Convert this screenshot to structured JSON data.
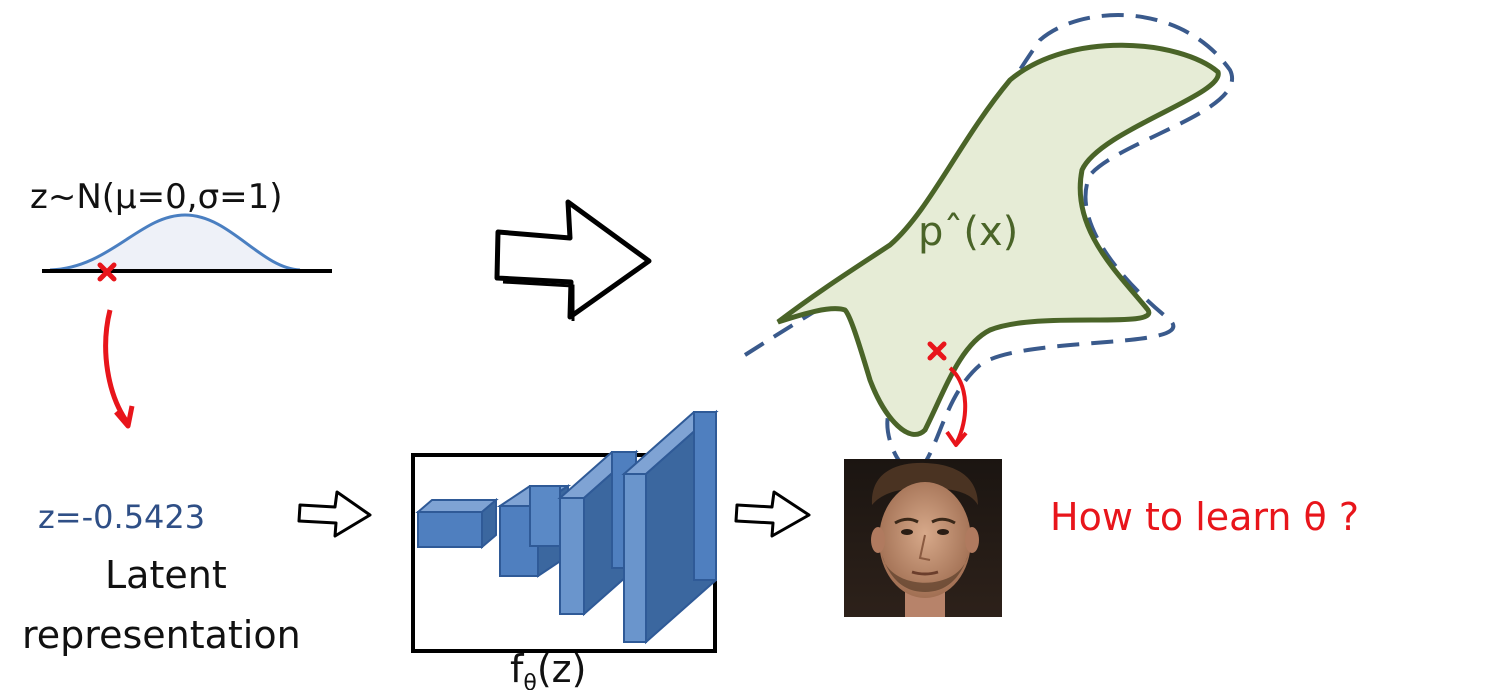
{
  "prior": {
    "label": "z~N(μ=0,σ=1)"
  },
  "latent": {
    "value": "z=-0.5423",
    "caption_line1": "Latent",
    "caption_line2": "representation"
  },
  "network": {
    "label_main": "f",
    "label_sub": "θ",
    "label_arg": "(z)"
  },
  "distribution": {
    "label": "pˆ(x)"
  },
  "question": {
    "text": "How to learn θ ?"
  },
  "sample_image": {
    "description_icon": "face-photo-icon"
  },
  "colors": {
    "accent_red": "#e8151b",
    "latent_blue": "#2f4f86",
    "network_blue": "#4f7fbf",
    "blob_fill": "#e6ecd6",
    "blob_stroke": "#4a6428",
    "dashed_blue": "#3a5a8c",
    "gaussian_blue": "#4a7fc1"
  }
}
